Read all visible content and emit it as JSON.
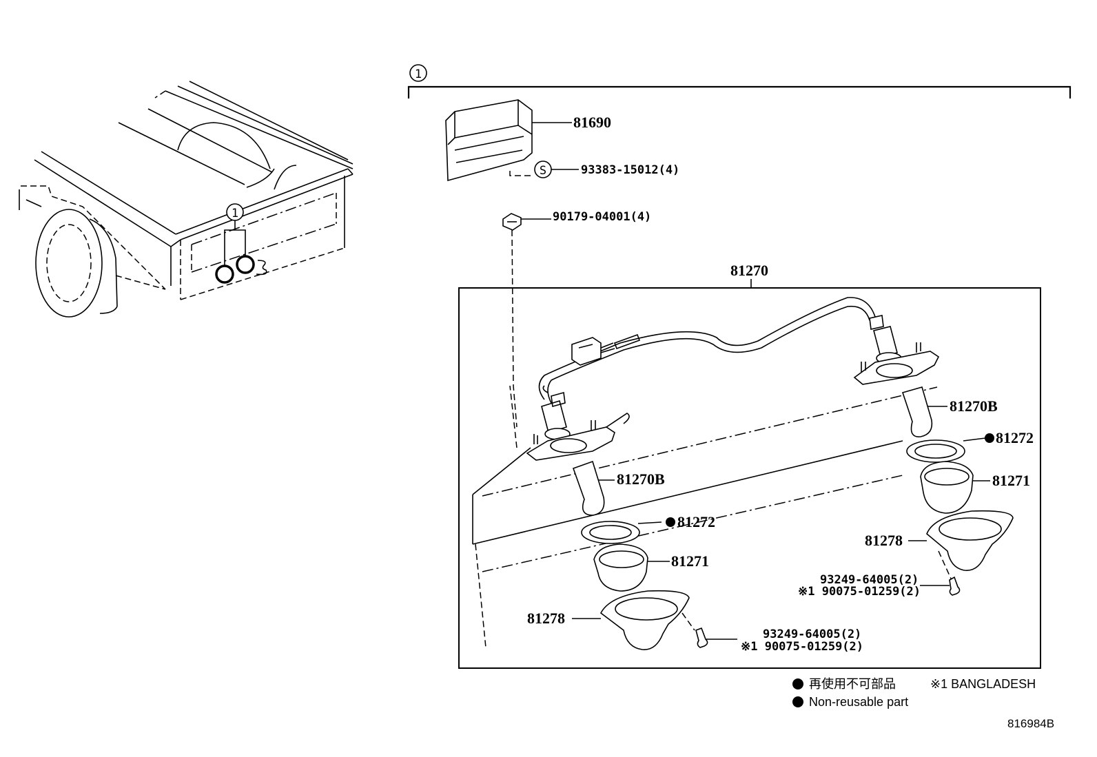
{
  "diagram": {
    "callout_ref": "1",
    "vehicle_callout": "1",
    "parts": {
      "cover": "81690",
      "screw_s": "93383-15012(4)",
      "screw_s_symbol": "S",
      "nut": "90179-04001(4)",
      "lamp_assy": "81270",
      "bulb_right": "81270B",
      "bulb_left": "81270B",
      "gasket_right": "81272",
      "gasket_left": "81272",
      "lens_right": "81271",
      "lens_left": "81271",
      "housing_right": "81278",
      "housing_left": "81278",
      "screw_right_a": "93249-64005(2)",
      "screw_right_b": "※1 90075-01259(2)",
      "screw_left_a": "93249-64005(2)",
      "screw_left_b": "※1 90075-01259(2)"
    },
    "legend": {
      "non_reusable_jp": "再使用不可部品",
      "non_reusable_en": "Non-reusable part",
      "note_1": "※1 BANGLADESH"
    },
    "figure_code": "816984B"
  }
}
